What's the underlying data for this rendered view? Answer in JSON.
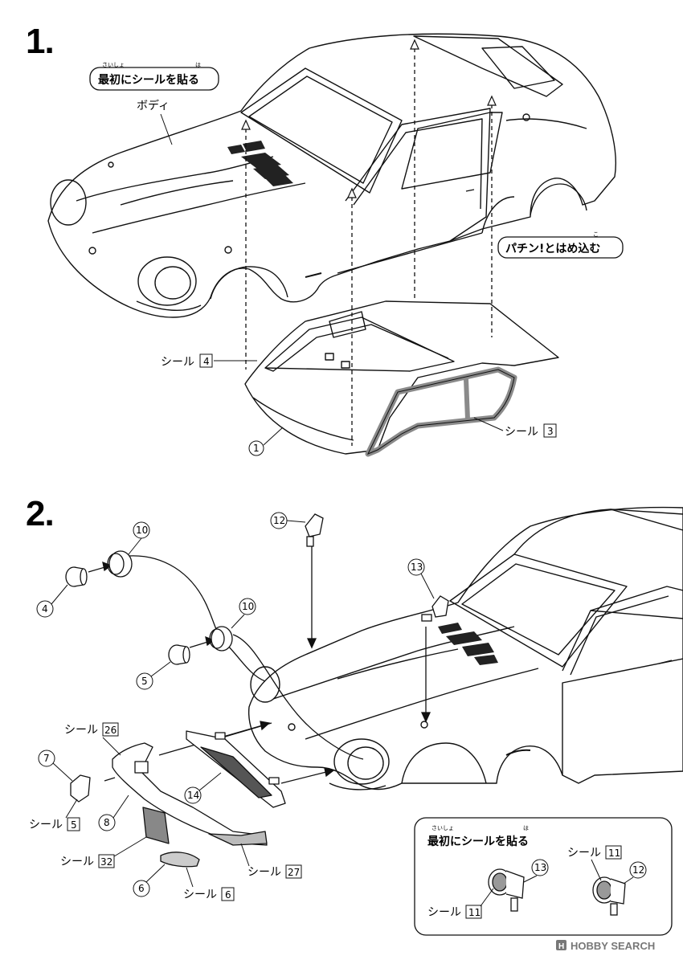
{
  "step1": {
    "number": "1.",
    "callout_main": "最初にシールを貼る",
    "callout_ruby_1": "さいしょ",
    "callout_ruby_2": "は",
    "body_label": "ボディ",
    "snap_callout": "パチン!とはめ込む",
    "snap_ruby": "こ",
    "seal_label": "シール",
    "seal4_num": "4",
    "seal3_num": "3",
    "part1_num": "1"
  },
  "step2": {
    "number": "2.",
    "seal_label": "シール",
    "parts": {
      "p4": "4",
      "p5": "5",
      "p6": "6",
      "p7": "7",
      "p8": "8",
      "p10a": "10",
      "p10b": "10",
      "p12": "12",
      "p13": "13",
      "p14": "14"
    },
    "seals": {
      "s26": "26",
      "s5": "5",
      "s32": "32",
      "s27": "27",
      "s6": "6"
    },
    "inset": {
      "title": "最初にシールを貼る",
      "ruby_1": "さいしょ",
      "ruby_2": "は",
      "seal_a_num": "11",
      "seal_b_num": "11",
      "part_a": "13",
      "part_b": "12"
    }
  },
  "watermark": "HOBBY SEARCH",
  "colors": {
    "line": "#111111",
    "sticker_gray": "#8a8a8a",
    "dark": "#222222"
  }
}
